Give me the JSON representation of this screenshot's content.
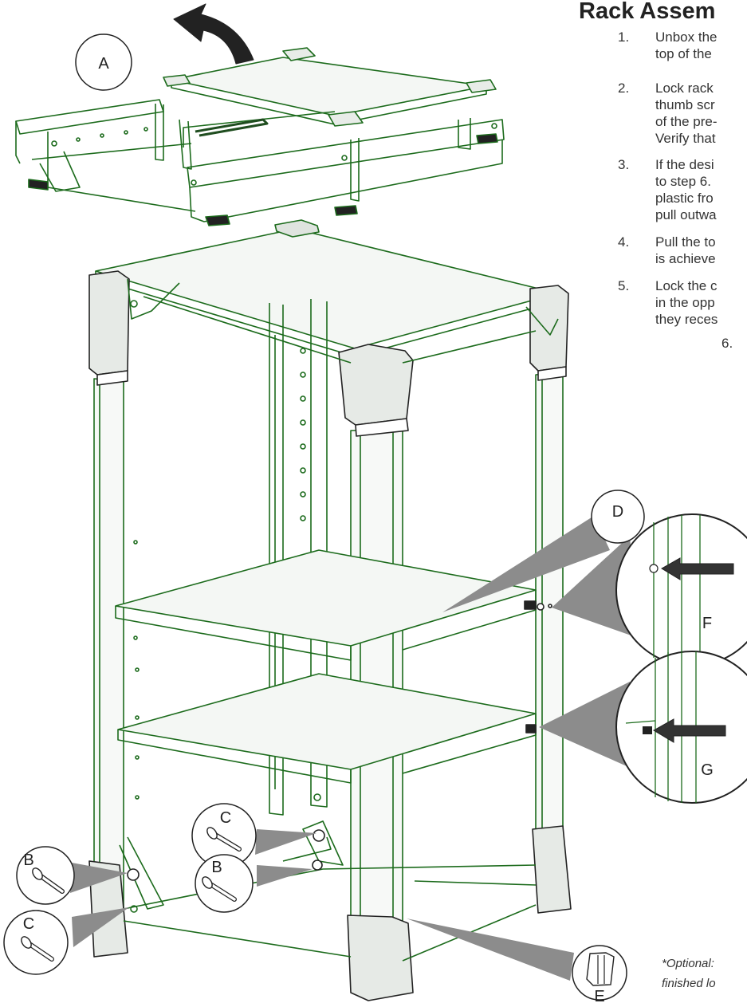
{
  "title": "Rack Assem",
  "steps": [
    {
      "number": "1.",
      "text": "Unbox the\ntop of the"
    },
    {
      "number": "2.",
      "text": "Lock rack\nthumb scr\nof the pre-\nVerify that"
    },
    {
      "number": "3.",
      "text": "If the desi\nto step 6.\nplastic fro\npull outwa"
    },
    {
      "number": "4.",
      "text": "Pull the to\nis achieve"
    },
    {
      "number": "5.",
      "text": "Lock the c\nin the opp\nthey reces"
    },
    {
      "number": "6.",
      "text": ""
    }
  ],
  "callouts": {
    "a": "A",
    "b1": "B",
    "c1": "C",
    "c2": "C",
    "b2": "B",
    "d": "D",
    "e": "E",
    "f": "F",
    "g": "G"
  },
  "note": "*Optional:\nfinished lo",
  "colors": {
    "line": "#1c6b1c",
    "panel": "#f2f5f2",
    "callout_fill": "#8c8c8c",
    "arrow": "#333333"
  }
}
